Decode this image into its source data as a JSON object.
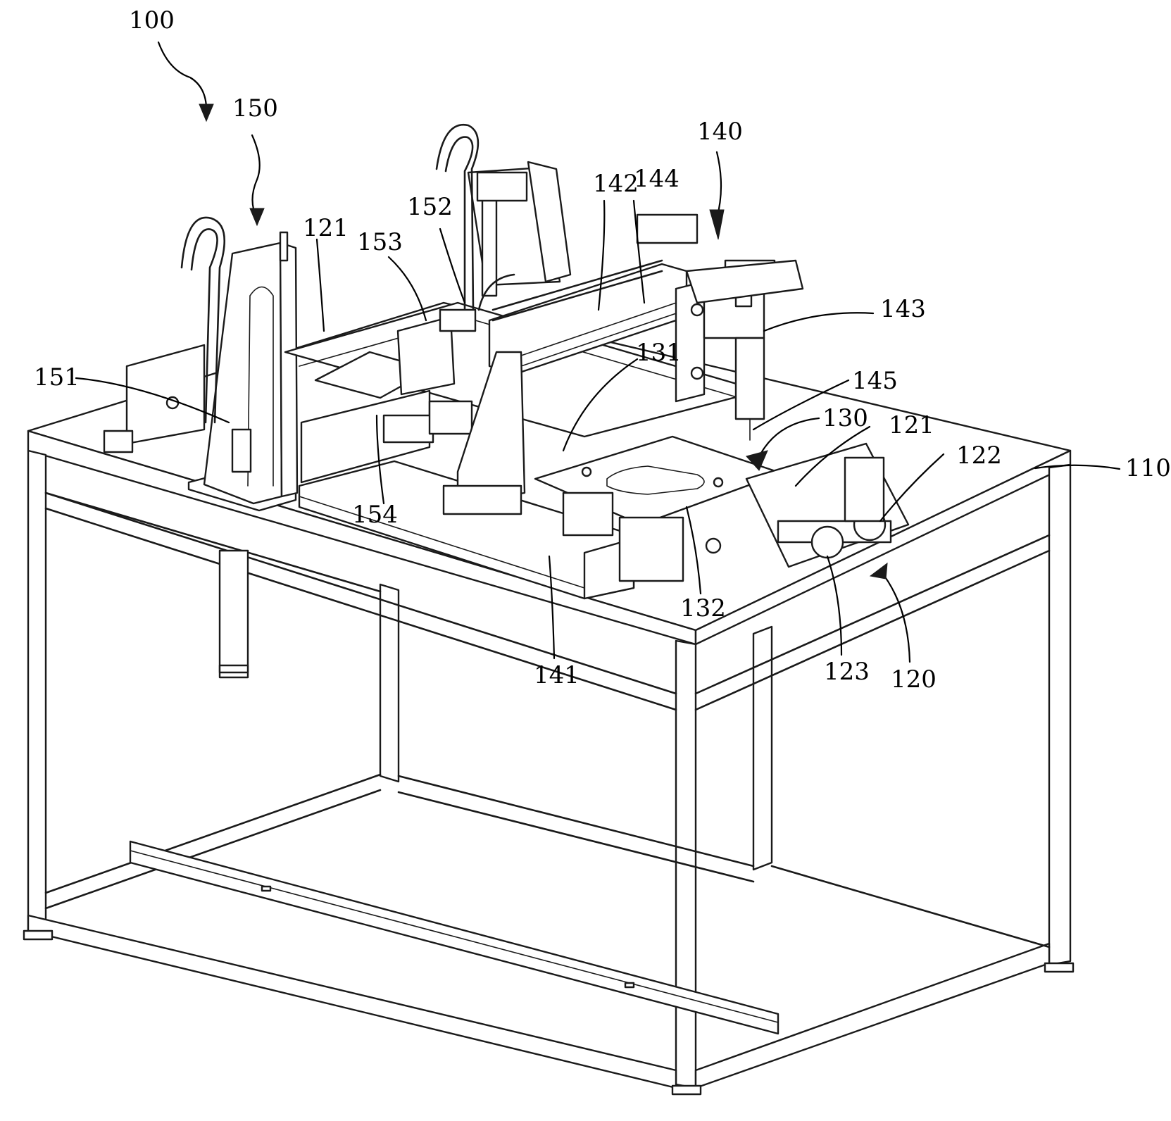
{
  "labels": {
    "l100": "100",
    "l150": "150",
    "l152": "152",
    "l142": "142",
    "l144": "144",
    "l140": "140",
    "l121a": "121",
    "l153": "153",
    "l143": "143",
    "l151": "151",
    "l131": "131",
    "l145": "145",
    "l130": "130",
    "l121b": "121",
    "l122": "122",
    "l110": "110",
    "l154": "154",
    "l132": "132",
    "l141": "141",
    "l123": "123",
    "l120": "120"
  }
}
